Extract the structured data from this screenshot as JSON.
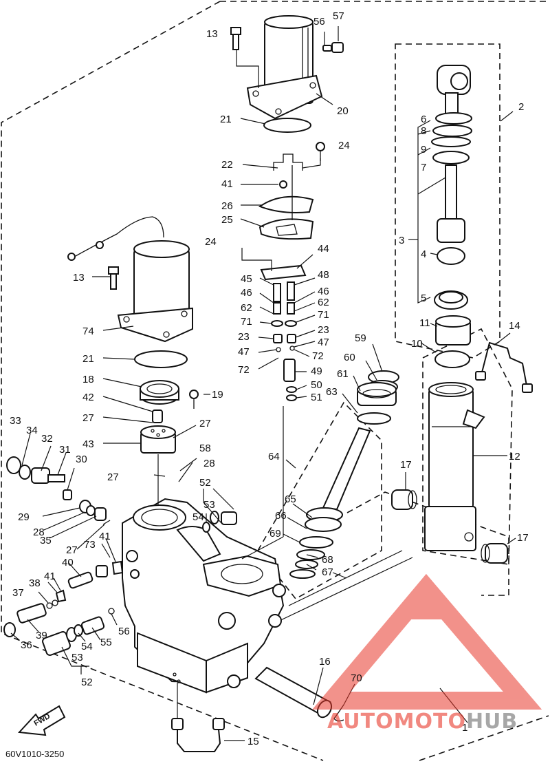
{
  "drawing_code": "60V1010-3250",
  "fwd_label": "FWD",
  "watermark": {
    "brand_a": "AUTOMOTO",
    "brand_b": "HUB",
    "color_primary": "#e8392b",
    "color_secondary": "#8a8a8a"
  },
  "callouts": [
    {
      "id": "c-13a",
      "label": "13"
    },
    {
      "id": "c-56a",
      "label": "56"
    },
    {
      "id": "c-57",
      "label": "57"
    },
    {
      "id": "c-2",
      "label": "2"
    },
    {
      "id": "c-6",
      "label": "6"
    },
    {
      "id": "c-8",
      "label": "8"
    },
    {
      "id": "c-9",
      "label": "9"
    },
    {
      "id": "c-7",
      "label": "7"
    },
    {
      "id": "c-3",
      "label": "3"
    },
    {
      "id": "c-4",
      "label": "4"
    },
    {
      "id": "c-5",
      "label": "5"
    },
    {
      "id": "c-11",
      "label": "11"
    },
    {
      "id": "c-10",
      "label": "10"
    },
    {
      "id": "c-14",
      "label": "14"
    },
    {
      "id": "c-12",
      "label": "12"
    },
    {
      "id": "c-17a",
      "label": "17"
    },
    {
      "id": "c-17b",
      "label": "17"
    },
    {
      "id": "c-21a",
      "label": "21"
    },
    {
      "id": "c-20",
      "label": "20"
    },
    {
      "id": "c-22",
      "label": "22"
    },
    {
      "id": "c-24a",
      "label": "24"
    },
    {
      "id": "c-41a",
      "label": "41"
    },
    {
      "id": "c-26",
      "label": "26"
    },
    {
      "id": "c-25",
      "label": "25"
    },
    {
      "id": "c-24b",
      "label": "24"
    },
    {
      "id": "c-44",
      "label": "44"
    },
    {
      "id": "c-45",
      "label": "45"
    },
    {
      "id": "c-48",
      "label": "48"
    },
    {
      "id": "c-46a",
      "label": "46"
    },
    {
      "id": "c-46b",
      "label": "46"
    },
    {
      "id": "c-62a",
      "label": "62"
    },
    {
      "id": "c-62b",
      "label": "62"
    },
    {
      "id": "c-71a",
      "label": "71"
    },
    {
      "id": "c-71b",
      "label": "71"
    },
    {
      "id": "c-23a",
      "label": "23"
    },
    {
      "id": "c-23b",
      "label": "23"
    },
    {
      "id": "c-47a",
      "label": "47"
    },
    {
      "id": "c-47b",
      "label": "47"
    },
    {
      "id": "c-72a",
      "label": "72"
    },
    {
      "id": "c-72b",
      "label": "72"
    },
    {
      "id": "c-49",
      "label": "49"
    },
    {
      "id": "c-50",
      "label": "50"
    },
    {
      "id": "c-51",
      "label": "51"
    },
    {
      "id": "c-59",
      "label": "59"
    },
    {
      "id": "c-60",
      "label": "60"
    },
    {
      "id": "c-61",
      "label": "61"
    },
    {
      "id": "c-63",
      "label": "63"
    },
    {
      "id": "c-13b",
      "label": "13"
    },
    {
      "id": "c-74",
      "label": "74"
    },
    {
      "id": "c-21b",
      "label": "21"
    },
    {
      "id": "c-18",
      "label": "18"
    },
    {
      "id": "c-42",
      "label": "42"
    },
    {
      "id": "c-19",
      "label": "19"
    },
    {
      "id": "c-27a",
      "label": "27"
    },
    {
      "id": "c-27b",
      "label": "27"
    },
    {
      "id": "c-43",
      "label": "43"
    },
    {
      "id": "c-58",
      "label": "58"
    },
    {
      "id": "c-28a",
      "label": "28"
    },
    {
      "id": "c-27c",
      "label": "27"
    },
    {
      "id": "c-52a",
      "label": "52"
    },
    {
      "id": "c-53a",
      "label": "53"
    },
    {
      "id": "c-54a",
      "label": "54"
    },
    {
      "id": "c-33",
      "label": "33"
    },
    {
      "id": "c-34",
      "label": "34"
    },
    {
      "id": "c-32",
      "label": "32"
    },
    {
      "id": "c-31",
      "label": "31"
    },
    {
      "id": "c-30",
      "label": "30"
    },
    {
      "id": "c-29",
      "label": "29"
    },
    {
      "id": "c-28b",
      "label": "28"
    },
    {
      "id": "c-35",
      "label": "35"
    },
    {
      "id": "c-27d",
      "label": "27"
    },
    {
      "id": "c-73",
      "label": "73"
    },
    {
      "id": "c-41b",
      "label": "41"
    },
    {
      "id": "c-41c",
      "label": "41"
    },
    {
      "id": "c-40",
      "label": "40"
    },
    {
      "id": "c-38",
      "label": "38"
    },
    {
      "id": "c-37",
      "label": "37"
    },
    {
      "id": "c-39",
      "label": "39"
    },
    {
      "id": "c-36",
      "label": "36"
    },
    {
      "id": "c-54b",
      "label": "54"
    },
    {
      "id": "c-55",
      "label": "55"
    },
    {
      "id": "c-56b",
      "label": "56"
    },
    {
      "id": "c-53b",
      "label": "53"
    },
    {
      "id": "c-52b",
      "label": "52"
    },
    {
      "id": "c-64",
      "label": "64"
    },
    {
      "id": "c-65",
      "label": "65"
    },
    {
      "id": "c-66",
      "label": "66"
    },
    {
      "id": "c-69",
      "label": "69"
    },
    {
      "id": "c-68",
      "label": "68"
    },
    {
      "id": "c-67",
      "label": "67"
    },
    {
      "id": "c-16",
      "label": "16"
    },
    {
      "id": "c-70",
      "label": "70"
    },
    {
      "id": "c-1",
      "label": "1"
    },
    {
      "id": "c-15",
      "label": "15"
    }
  ]
}
